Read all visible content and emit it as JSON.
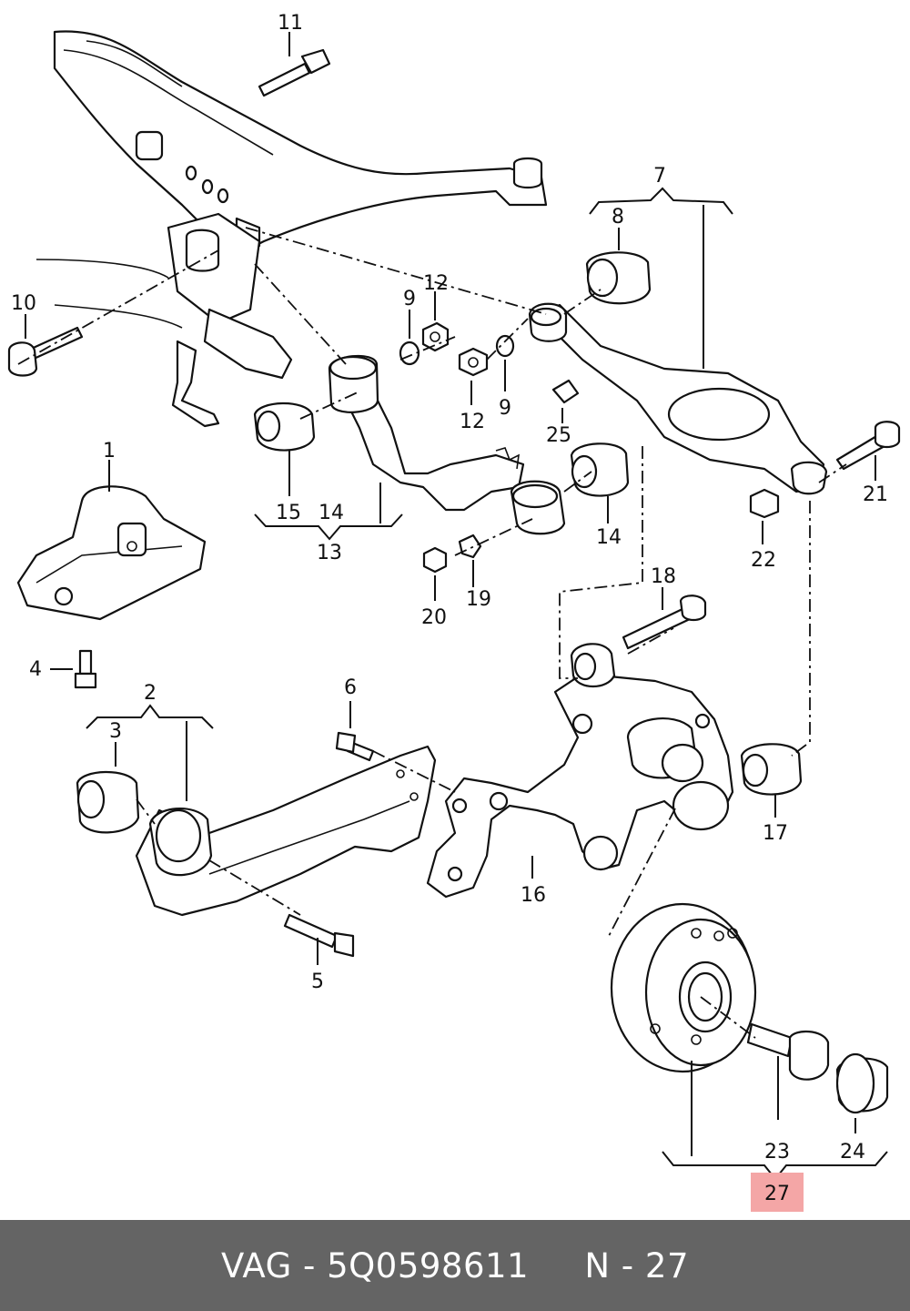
{
  "labels": {
    "p1": "1",
    "p2": "2",
    "p3": "3",
    "p4": "4",
    "p5": "5",
    "p6": "6",
    "p7": "7",
    "p8": "8",
    "p9a": "9",
    "p9b": "9",
    "p10": "10",
    "p11": "11",
    "p12a": "12",
    "p12b": "12",
    "p13": "13",
    "p14a": "14",
    "p14b": "14",
    "p15": "15",
    "p16": "16",
    "p17": "17",
    "p18": "18",
    "p19": "19",
    "p20": "20",
    "p21": "21",
    "p22": "22",
    "p23": "23",
    "p24": "24",
    "p25": "25",
    "p27": "27"
  },
  "highlight": {
    "part": "27",
    "color": "#f4a6a6"
  },
  "footer": {
    "text": "VAG - 5Q0598611     N - 27"
  }
}
